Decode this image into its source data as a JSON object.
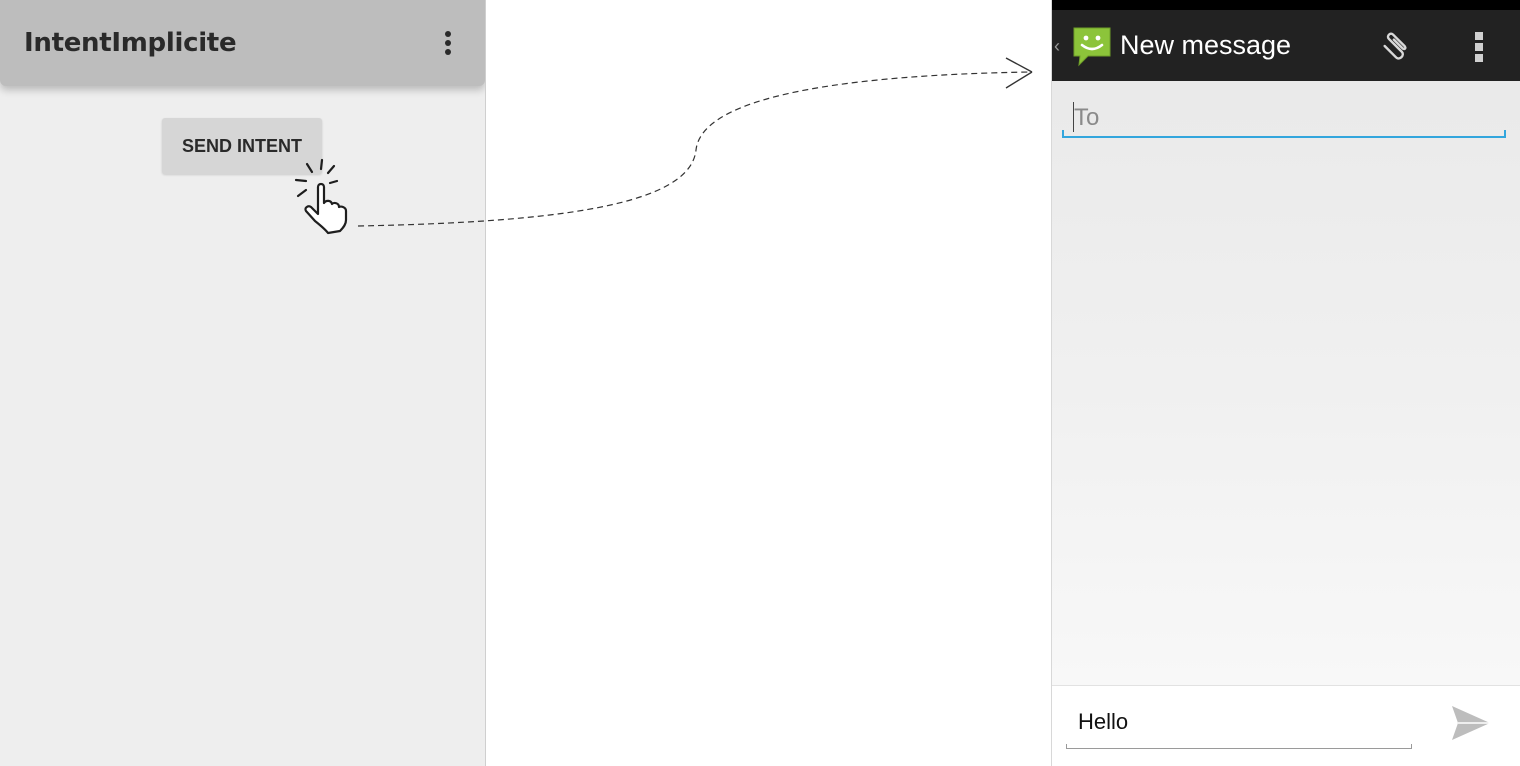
{
  "left_app": {
    "title": "IntentImplicite",
    "overflow_icon": "more-vert-icon",
    "button_label": "SEND INTENT",
    "tap_icon": "tap-hand-icon",
    "appbar_color": "#bdbdbd",
    "background_color": "#eeeeee"
  },
  "connector": {
    "style": "dashed",
    "direction": "left-to-right",
    "icon": "arrow-head-icon"
  },
  "right_app": {
    "back_icon": "back-chevron-icon",
    "app_icon": "messaging-smiley-icon",
    "title": "New message",
    "attach_icon": "paperclip-icon",
    "overflow_icon": "more-vert-icon",
    "to_field": {
      "placeholder": "To",
      "value": ""
    },
    "compose": {
      "value": "Hello"
    },
    "send_icon": "send-arrow-icon",
    "actionbar_color": "#222222",
    "accent_color": "#33a6dd",
    "app_icon_color": "#8cc43a"
  }
}
